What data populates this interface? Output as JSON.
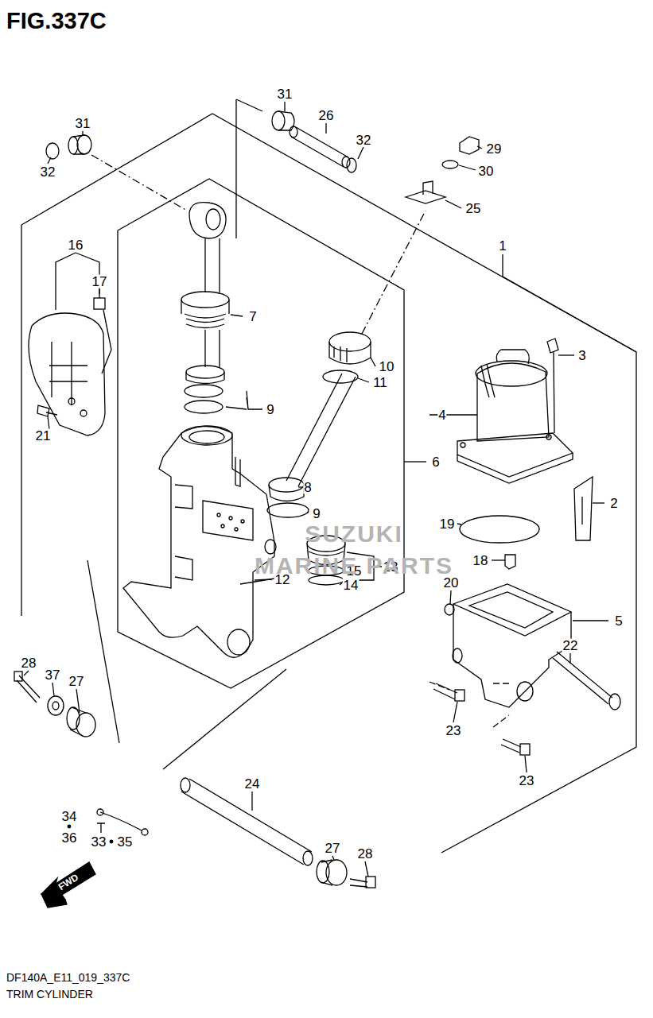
{
  "diagram": {
    "title": "FIG.337C",
    "caption": "TRIM CYLINDER",
    "labels": [
      "31",
      "26",
      "32",
      "31",
      "32",
      "29",
      "30",
      "25",
      "1",
      "16",
      "17",
      "7",
      "3",
      "10",
      "11",
      "4",
      "9",
      "6",
      "21",
      "2",
      "8",
      "9",
      "19",
      "18",
      "13",
      "15",
      "14",
      "12",
      "20",
      "5",
      "22",
      "28",
      "37",
      "27",
      "23",
      "23",
      "24",
      "34",
      "36",
      "33",
      "35",
      "27",
      "28",
      "FWD",
      "SUZUKI",
      "MARINE PARTS",
      "DF140A_E11_019_337C"
    ]
  }
}
